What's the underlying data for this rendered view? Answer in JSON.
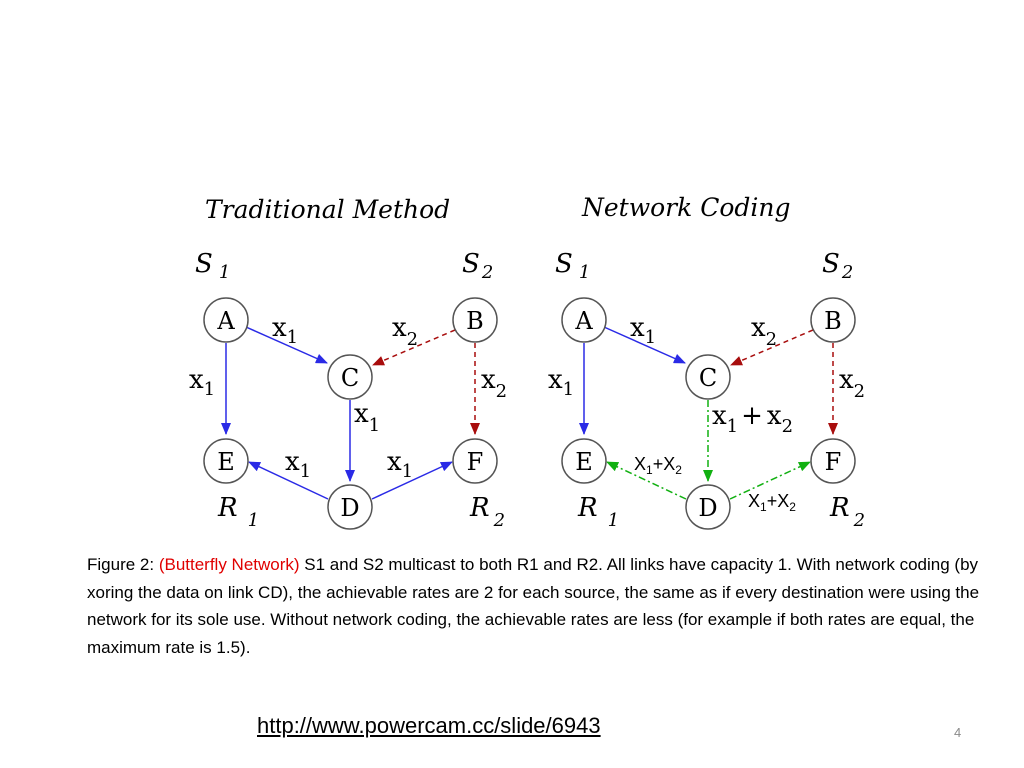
{
  "diagram": {
    "left": {
      "title": "Traditional Method",
      "sources": [
        {
          "letter": "S",
          "num": "1"
        },
        {
          "letter": "S",
          "num": "2"
        }
      ],
      "receivers": [
        {
          "letter": "R",
          "num": "1"
        },
        {
          "letter": "R",
          "num": "2"
        }
      ],
      "nodes": [
        "A",
        "B",
        "C",
        "D",
        "E",
        "F"
      ],
      "edge_labels": {
        "AC": {
          "base": "x",
          "sub": "1"
        },
        "AE": {
          "base": "x",
          "sub": "1"
        },
        "BC": {
          "base": "x",
          "sub": "2"
        },
        "BF": {
          "base": "x",
          "sub": "2"
        },
        "CD": {
          "base": "x",
          "sub": "1"
        },
        "DE": {
          "base": "x",
          "sub": "1"
        },
        "DF": {
          "base": "x",
          "sub": "1"
        }
      }
    },
    "right": {
      "title": "Network Coding",
      "sources": [
        {
          "letter": "S",
          "num": "1"
        },
        {
          "letter": "S",
          "num": "2"
        }
      ],
      "receivers": [
        {
          "letter": "R",
          "num": "1"
        },
        {
          "letter": "R",
          "num": "2"
        }
      ],
      "nodes": [
        "A",
        "B",
        "C",
        "D",
        "E",
        "F"
      ],
      "edge_labels": {
        "AC": {
          "base": "x",
          "sub": "1"
        },
        "AE": {
          "base": "x",
          "sub": "1"
        },
        "BC": {
          "base": "x",
          "sub": "2"
        },
        "BF": {
          "base": "x",
          "sub": "2"
        },
        "CD": {
          "a": "x",
          "a_sub": "1",
          "plus": "+",
          "b": "x",
          "b_sub": "2"
        },
        "DE": {
          "a": "X",
          "a_sub": "1",
          "plus": "+",
          "b": "X",
          "b_sub": "2"
        },
        "DF": {
          "a": "X",
          "a_sub": "1",
          "plus": "+",
          "b": "X",
          "b_sub": "2"
        }
      }
    },
    "colors": {
      "blue": "#2a2ae6",
      "red": "#a80d0d",
      "green": "#11b011",
      "node_stroke": "#555555"
    }
  },
  "caption": {
    "prefix": "Figure 2: ",
    "highlight": "(Butterfly Network)",
    "body": " S1 and S2 multicast to both R1 and R2. All links have capacity 1. With network coding (by xoring the data on link CD), the achievable rates are 2 for each source, the same as if every destination were using the network for its sole use. Without network coding, the achievable rates are less (for example if both rates are equal, the maximum rate is 1.5)."
  },
  "link": "http://www.powercam.cc/slide/6943",
  "page_number": "4"
}
